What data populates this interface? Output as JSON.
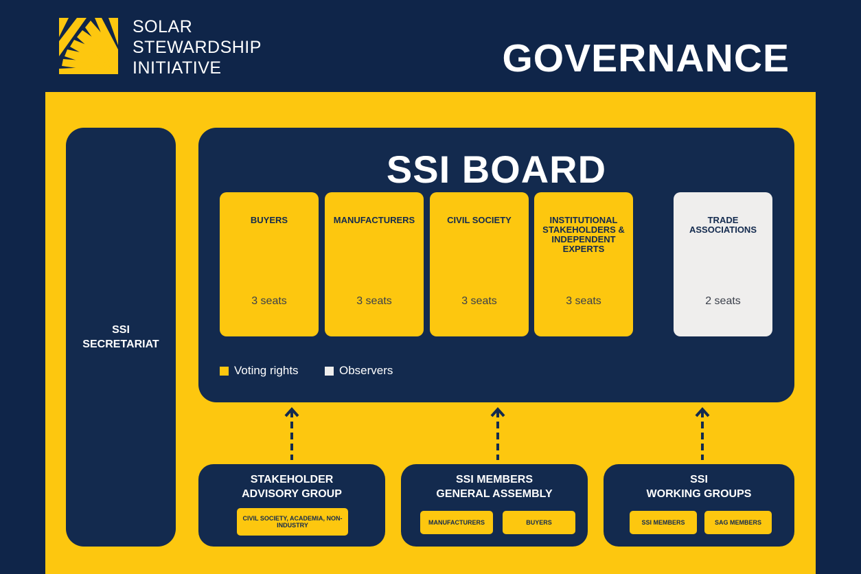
{
  "header": {
    "logo_lines": [
      "SOLAR",
      "STEWARDSHIP",
      "INITIATIVE"
    ],
    "title": "GOVERNANCE"
  },
  "secretariat": {
    "lines": [
      "SSI",
      "SECRETARIAT"
    ]
  },
  "board": {
    "title": "SSI BOARD",
    "groups": [
      {
        "label": "BUYERS",
        "seats": "3 seats",
        "type": "voting"
      },
      {
        "label": "MANUFACTURERS",
        "seats": "3 seats",
        "type": "voting"
      },
      {
        "label": "CIVIL SOCIETY",
        "seats": "3 seats",
        "type": "voting"
      },
      {
        "label": "INSTITUTIONAL STAKEHOLDERS & INDEPENDENT EXPERTS",
        "seats": "3 seats",
        "type": "voting"
      },
      {
        "label": "TRADE ASSOCIATIONS",
        "seats": "2 seats",
        "type": "observer"
      }
    ],
    "legend": {
      "voting": "Voting rights",
      "observers": "Observers"
    }
  },
  "bottom_groups": [
    {
      "title_lines": [
        "STAKEHOLDER",
        "ADVISORY GROUP"
      ],
      "tags": [
        "CIVIL SOCIETY, ACADEMIA, NON-INDUSTRY"
      ]
    },
    {
      "title_lines": [
        "SSI MEMBERS",
        "GENERAL ASSEMBLY"
      ],
      "tags": [
        "MANUFACTURERS",
        "BUYERS"
      ]
    },
    {
      "title_lines": [
        "SSI",
        "WORKING GROUPS"
      ],
      "tags": [
        "SSI MEMBERS",
        "SAG MEMBERS"
      ]
    }
  ],
  "colors": {
    "navy": "#132a4e",
    "yellow": "#fdc70f",
    "observer": "#efeeed"
  },
  "icons": {
    "logo": "sun-rays-icon",
    "arrow": "dashed-up-arrow-icon"
  }
}
